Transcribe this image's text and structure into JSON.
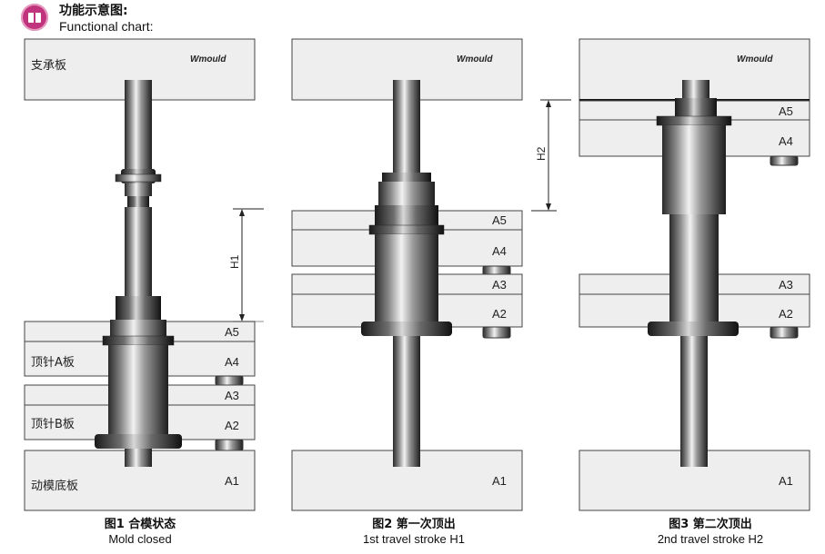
{
  "header": {
    "title": "功能示意图:",
    "subtitle": "Functional chart:"
  },
  "brand": "Wmould",
  "panels": [
    {
      "caption_cn": "图1 合模状态",
      "caption_en": "Mold closed",
      "plates": {
        "support": "支承板",
        "ejector_a": "顶针A板",
        "ejector_b": "顶针B板",
        "base": "动模底板"
      },
      "plate_codes": [
        "A5",
        "A4",
        "A3",
        "A2",
        "A1"
      ],
      "dimension": "H1"
    },
    {
      "caption_cn": "图2 第一次顶出",
      "caption_en": "1st travel stroke H1",
      "plate_codes": [
        "A5",
        "A4",
        "A3",
        "A2",
        "A1"
      ],
      "dimension": "H2"
    },
    {
      "caption_cn": "图3 第二次顶出",
      "caption_en": "2nd travel stroke H2",
      "plate_codes": [
        "A5",
        "A4",
        "A3",
        "A2",
        "A1"
      ]
    }
  ],
  "colors": {
    "plate_fill": "#eeeeee",
    "plate_stroke": "#444444",
    "logo": "#c0347d"
  }
}
